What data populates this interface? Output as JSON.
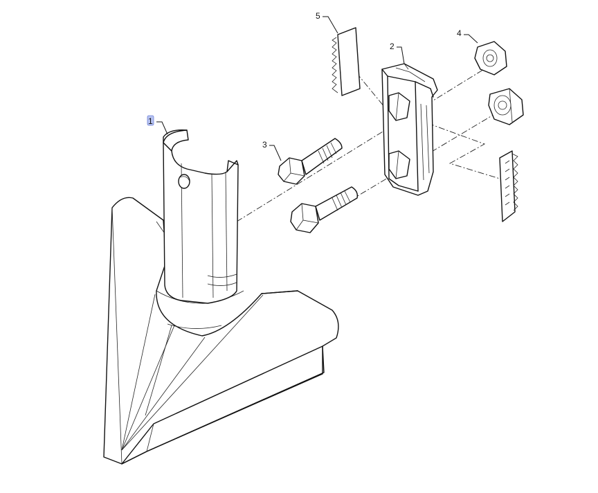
{
  "callouts": {
    "part_1": "1",
    "part_2": "2",
    "part_3": "3",
    "part_4": "4",
    "part_5": "5"
  },
  "highlight_color": "#b7c3f2"
}
